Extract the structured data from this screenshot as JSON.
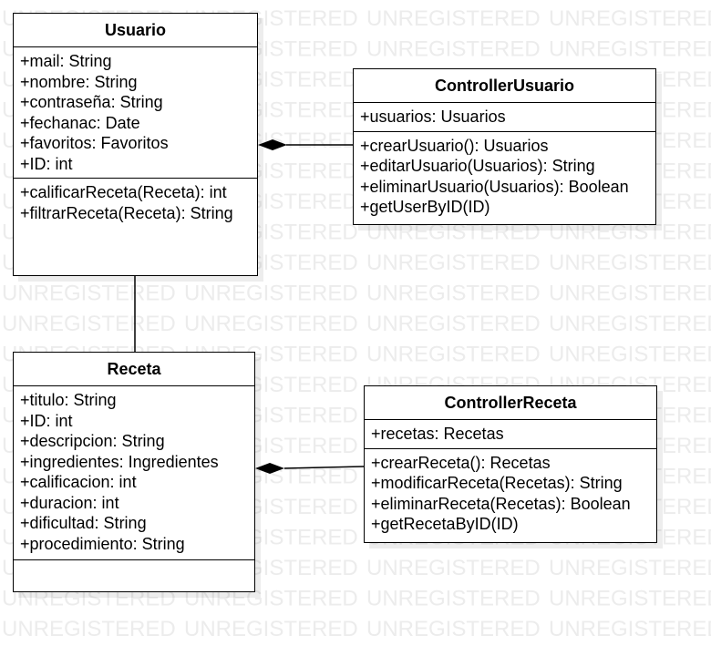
{
  "watermark_text": "UNREGISTERED",
  "classes": {
    "usuario": {
      "name": "Usuario",
      "attributes": [
        "+mail: String",
        "+nombre: String",
        "+contraseña: String",
        "+fechanac: Date",
        "+favoritos: Favoritos",
        "+ID: int"
      ],
      "operations": [
        "+calificarReceta(Receta): int",
        "+filtrarReceta(Receta): String"
      ]
    },
    "controller_usuario": {
      "name": "ControllerUsuario",
      "attributes": [
        "+usuarios: Usuarios"
      ],
      "operations": [
        "+crearUsuario(): Usuarios",
        "+editarUsuario(Usuarios): String",
        "+eliminarUsuario(Usuarios): Boolean",
        "+getUserByID(ID)"
      ]
    },
    "receta": {
      "name": "Receta",
      "attributes": [
        "+titulo: String",
        "+ID: int",
        "+descripcion: String",
        "+ingredientes: Ingredientes",
        "+calificacion: int",
        "+duracion: int",
        "+dificultad: String",
        "+procedimiento: String"
      ],
      "operations": []
    },
    "controller_receta": {
      "name": "ControllerReceta",
      "attributes": [
        "+recetas: Recetas"
      ],
      "operations": [
        "+crearReceta(): Recetas",
        "+modificarReceta(Recetas): String",
        "+eliminarReceta(Recetas): Boolean",
        "+getRecetaByID(ID)"
      ]
    }
  },
  "relationships": [
    {
      "type": "composition",
      "whole": "Usuario",
      "part": "ControllerUsuario"
    },
    {
      "type": "association",
      "from": "Usuario",
      "to": "Receta"
    },
    {
      "type": "composition",
      "whole": "Receta",
      "part": "ControllerReceta"
    }
  ]
}
